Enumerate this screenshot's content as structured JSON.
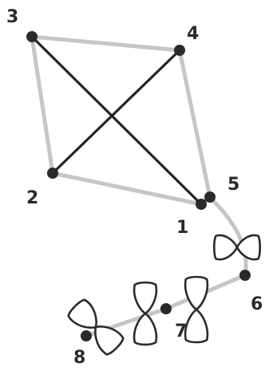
{
  "diagram": {
    "colors": {
      "outline": "#c6c6c6",
      "diagonal": "#232323",
      "dot": "#2a2a2a",
      "bow": "#2a2a2a",
      "label": "#2b2b2b",
      "background": "#ffffff"
    },
    "points": [
      {
        "label": "1"
      },
      {
        "label": "2"
      },
      {
        "label": "3"
      },
      {
        "label": "4"
      },
      {
        "label": "5"
      },
      {
        "label": "6"
      },
      {
        "label": "7"
      },
      {
        "label": "8"
      }
    ],
    "bows": 4
  }
}
